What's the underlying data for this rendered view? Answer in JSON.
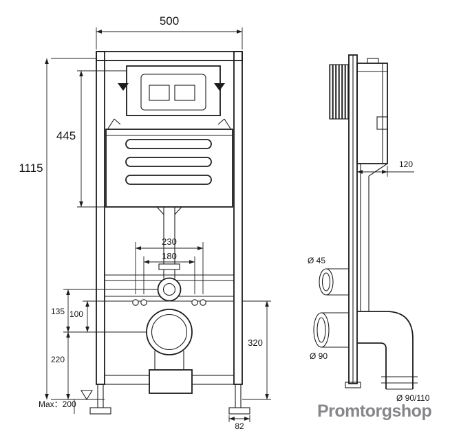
{
  "page": {
    "background": "#ffffff",
    "line_color": "#1c1c1c",
    "description": "Technical dimension drawing of a wall-hung toilet concealed cistern mounting frame, front view and side view"
  },
  "front_view": {
    "dimensions": {
      "frame_width": "500",
      "total_height": "1115",
      "cistern_height": "445",
      "fixing_span_outer": "230",
      "fixing_span_inner": "180",
      "bend_to_drain": "135",
      "bar_to_drain": "100",
      "drain_to_floor": "220",
      "bar_to_floor": "320",
      "max_floor_clearance": "Max：200",
      "foot_plate_width": "82"
    }
  },
  "side_view": {
    "dimensions": {
      "cistern_depth": "120",
      "inlet_diameter": "Ø 45",
      "outlet_diameter": "Ø 90",
      "drain_diameter": "Ø 90/110"
    }
  },
  "branding": {
    "logo_text": "Promtorgshop",
    "logo_color": "#85878a"
  }
}
